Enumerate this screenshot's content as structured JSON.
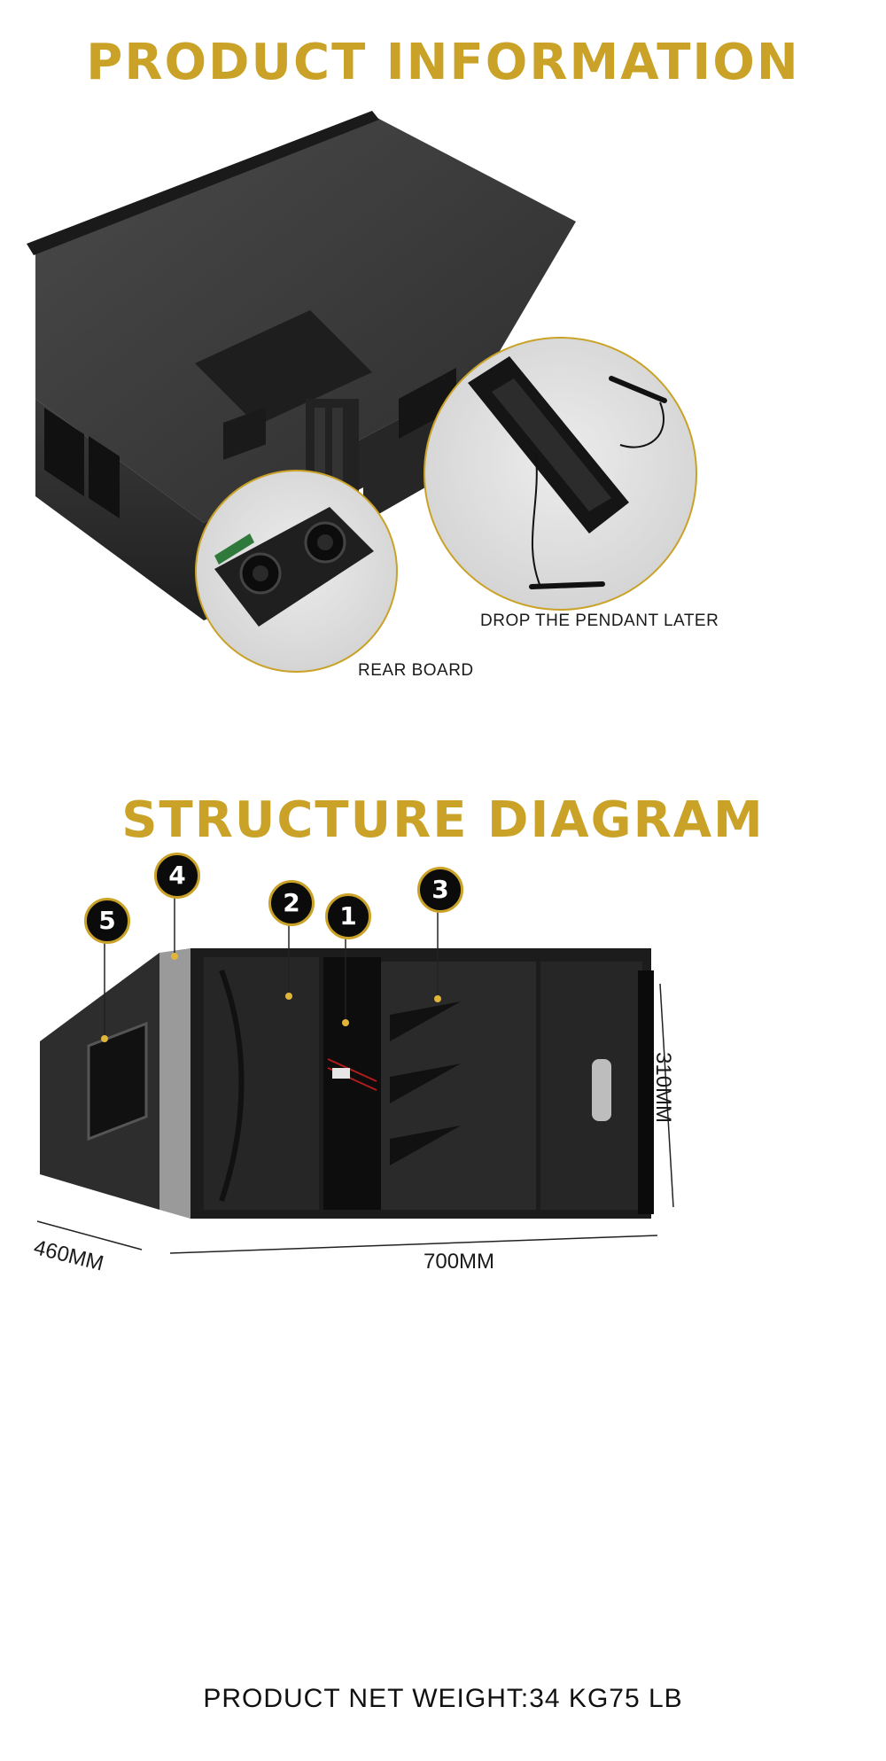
{
  "sections": {
    "product_title": "PRODUCT INFORMATION",
    "structure_title": "STRUCTURE DIAGRAM"
  },
  "captions": {
    "rear_board": "REAR BOARD",
    "pendant": "DROP THE PENDANT LATER"
  },
  "badges": [
    "5",
    "4",
    "2",
    "1",
    "3"
  ],
  "dimensions": {
    "depth": "460MM",
    "width": "700MM",
    "height": "310MM"
  },
  "footer": {
    "weight": "PRODUCT NET WEIGHT:34 KG75 LB"
  },
  "colors": {
    "accent_gold": "#c9a227",
    "cabinet_dark": "#2f2f2f"
  }
}
